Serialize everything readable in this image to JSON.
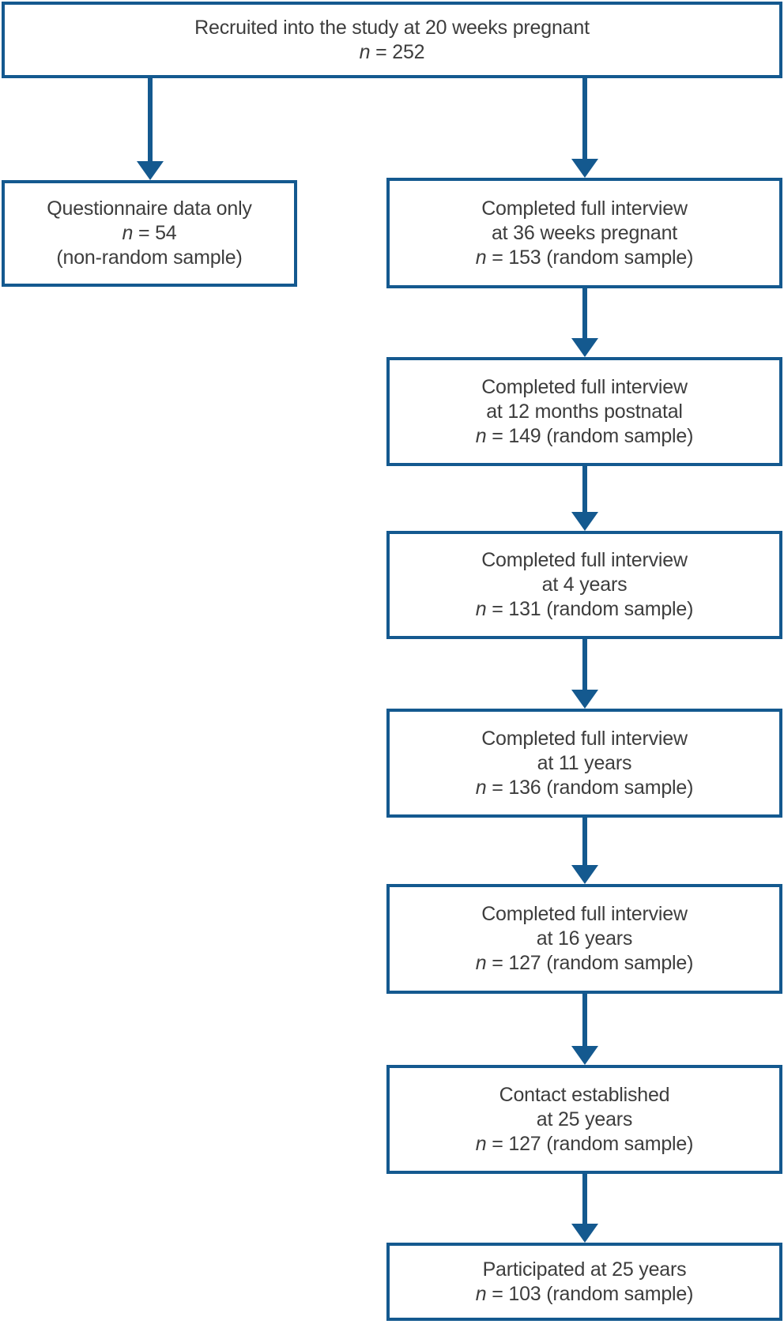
{
  "colors": {
    "line_blue": "#14598f",
    "text_gray": "#3d3d3d",
    "background": "#ffffff"
  },
  "flowchart": {
    "boxes": [
      {
        "id": "recruited",
        "line1": "Recruited into the study at 20 weeks pregnant",
        "n_italic": "n",
        "n_rest": " = 252"
      },
      {
        "id": "questionnaire-only",
        "line1": "Questionnaire data only",
        "n_italic": "n",
        "n_rest": " = 54",
        "line3": "(non-random sample)"
      },
      {
        "id": "interview-36-weeks",
        "line1": "Completed full interview",
        "line2": "at 36 weeks pregnant",
        "n_italic": "n",
        "n_rest": " = 153 (random sample)"
      },
      {
        "id": "interview-12-months",
        "line1": "Completed full interview",
        "line2": "at 12 months postnatal",
        "n_italic": "n",
        "n_rest": " = 149 (random sample)"
      },
      {
        "id": "interview-4-years",
        "line1": "Completed full interview",
        "line2": "at 4 years",
        "n_italic": "n",
        "n_rest": " = 131 (random sample)"
      },
      {
        "id": "interview-11-years",
        "line1": "Completed full interview",
        "line2": "at 11 years",
        "n_italic": "n",
        "n_rest": " = 136 (random sample)"
      },
      {
        "id": "interview-16-years",
        "line1": "Completed full interview",
        "line2": "at 16 years",
        "n_italic": "n",
        "n_rest": " = 127 (random sample)"
      },
      {
        "id": "contact-25-years",
        "line1": "Contact established",
        "line2": "at 25 years",
        "n_italic": "n",
        "n_rest": " = 127 (random sample)"
      },
      {
        "id": "participated-25-years",
        "line1": "Participated at 25 years",
        "n_italic": "n",
        "n_rest": " = 103 (random sample)"
      }
    ]
  }
}
